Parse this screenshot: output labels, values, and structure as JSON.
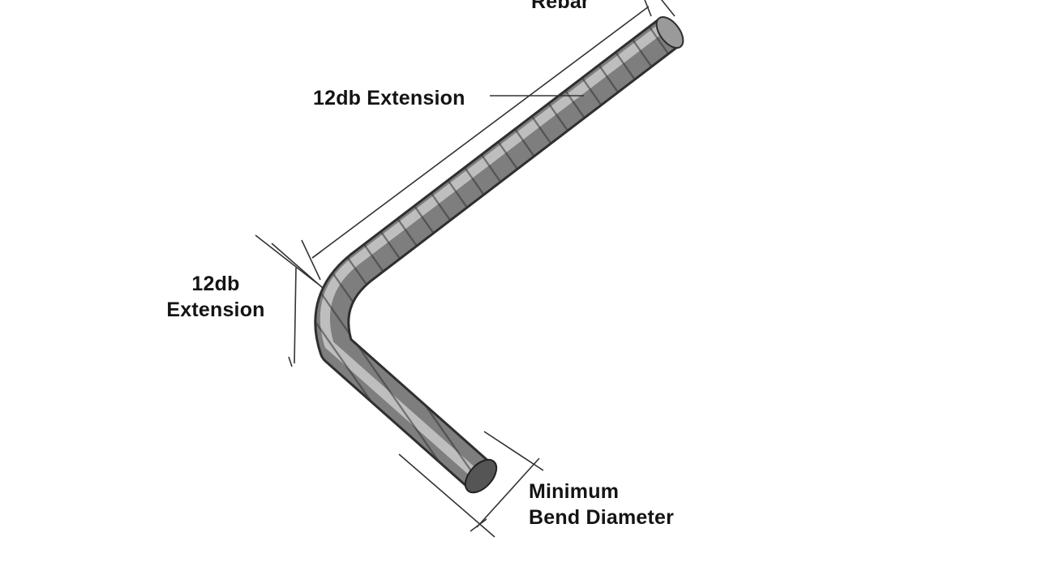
{
  "labels": {
    "top_cut": "Rebar",
    "extension_top": "12db Extension",
    "extension_left_line1": "12db",
    "extension_left_line2": "Extension",
    "bend_line1": "Minimum",
    "bend_line2": "Bend Diameter"
  },
  "colors": {
    "background": "#ffffff",
    "text": "#141414",
    "rebar_dark": "#3a3a3a",
    "rebar_mid": "#8a8a8a",
    "rebar_light": "#d6d6d6",
    "dimension_line": "#333333"
  }
}
